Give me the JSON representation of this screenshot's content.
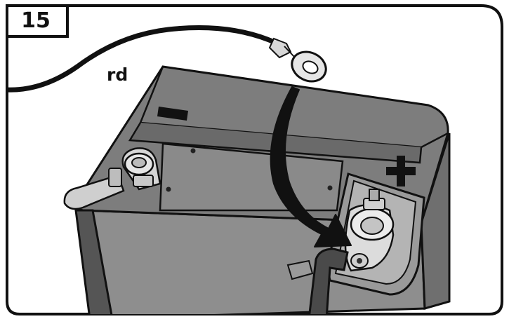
{
  "step": {
    "number": "15"
  },
  "labels": {
    "wire": "rd"
  },
  "symbols": {
    "negative": "minus-sign",
    "positive": "plus-sign"
  },
  "colors": {
    "battery_top": "#7a7a7a",
    "battery_side": "#8c8c8c",
    "outline": "#111111",
    "terminal": "#d8d8d8",
    "cable": "#555555",
    "arrow": "#111111"
  }
}
